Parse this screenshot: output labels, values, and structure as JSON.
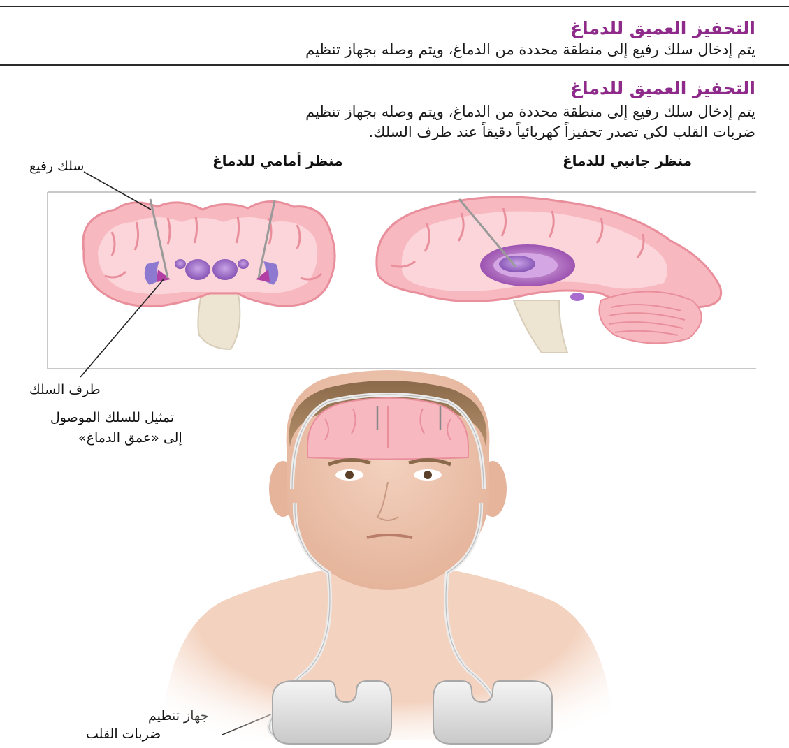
{
  "header": {
    "title": "التحفيز العميق للدماغ",
    "line": "يتم إدخال سلك رفيع إلى منطقة محددة من الدماغ، ويتم وصله بجهاز تنظيم"
  },
  "main": {
    "title": "التحفيز العميق للدماغ",
    "paragraph_line1": "يتم إدخال سلك رفيع إلى منطقة محددة من الدماغ، ويتم وصله بجهاز تنظيم",
    "paragraph_line2": "ضربات القلب لكي تصدر تحفيزاً كهربائياً دقيقاً عند طرف السلك."
  },
  "views": {
    "front_label": "منظر أمامي للدماغ",
    "side_label": "منظر جانبي للدماغ"
  },
  "labels": {
    "thin_wire": "سلك رفيع",
    "wire_tip": "طرف السلك",
    "wire_repr_line1": "تمثيل للسلك الموصول",
    "wire_repr_line2": "إلى «عمق الدماغ»",
    "pacemaker_line1": "جهاز تنظيم",
    "pacemaker_line2": "ضربات القلب"
  }
}
